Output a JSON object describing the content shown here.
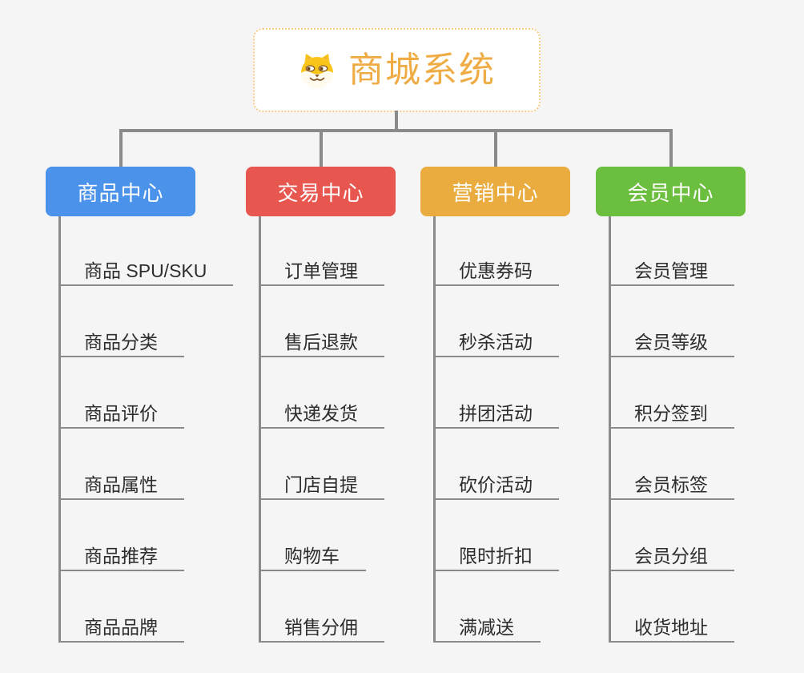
{
  "page": {
    "background": "#F5F5F5",
    "connector_color": "#8A8A8A"
  },
  "root": {
    "title": "商城系统",
    "icon": "dog-icon",
    "text_color": "#F0AC44",
    "border_color": "#F8CB85"
  },
  "branches": [
    {
      "label": "商品中心",
      "color": "#4B92EB",
      "children": [
        "商品 SPU/SKU",
        "商品分类",
        "商品评价",
        "商品属性",
        "商品推荐",
        "商品品牌"
      ]
    },
    {
      "label": "交易中心",
      "color": "#E7574F",
      "children": [
        "订单管理",
        "售后退款",
        "快递发货",
        "门店自提",
        "购物车",
        "销售分佣"
      ]
    },
    {
      "label": "营销中心",
      "color": "#EAAC3E",
      "children": [
        "优惠券码",
        "秒杀活动",
        "拼团活动",
        "砍价活动",
        "限时折扣",
        "满减送"
      ]
    },
    {
      "label": "会员中心",
      "color": "#6CBE3F",
      "children": [
        "会员管理",
        "会员等级",
        "积分签到",
        "会员标签",
        "会员分组",
        "收货地址"
      ]
    }
  ]
}
